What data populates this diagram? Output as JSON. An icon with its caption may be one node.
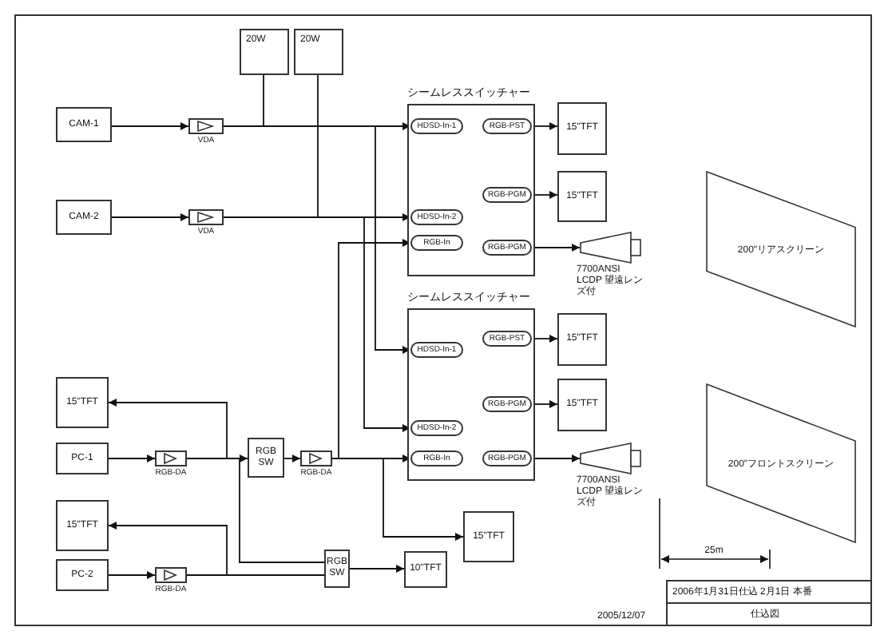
{
  "diagram": {
    "nodes": [
      {
        "text": [
          "CAM-1"
        ]
      },
      {
        "text": [
          "CAM-2"
        ]
      },
      {
        "text": [],
        "shape": "triangle",
        "beside": [
          "VDA"
        ]
      },
      {
        "text": [],
        "shape": "triangle",
        "beside": [
          "VDA"
        ]
      },
      {
        "text": [
          "20W"
        ]
      },
      {
        "text": [
          "20W"
        ]
      },
      {
        "text": [
          "シームレススイッチャー"
        ]
      },
      {
        "text": [
          "HDSD-In-1"
        ],
        "in": 6
      },
      {
        "text": [
          "HDSD-In-2"
        ],
        "in": 6
      },
      {
        "text": [
          "RGB-In"
        ],
        "in": 6
      },
      {
        "text": [
          "RGB-PST"
        ],
        "in": 6
      },
      {
        "text": [
          "RGB-PGM"
        ],
        "in": 6
      },
      {
        "text": [
          "RGB-PGM"
        ],
        "in": 6
      },
      {
        "text": [
          "15\"TFT"
        ]
      },
      {
        "text": [
          "15\"TFT"
        ]
      },
      {
        "text": [],
        "shape": "projector",
        "beside": [
          "7700ANSI LCDP 望遠レンズ付"
        ]
      },
      {
        "text": [
          "200\"リアスクリーン"
        ]
      },
      {
        "text": [
          "シームレススイッチャー"
        ]
      },
      {
        "text": [
          "HDSD-In-1"
        ],
        "in": 17
      },
      {
        "text": [
          "HDSD-In-2"
        ],
        "in": 17
      },
      {
        "text": [
          "RGB-In"
        ],
        "in": 17
      },
      {
        "text": [
          "RGB-PST"
        ],
        "in": 17
      },
      {
        "text": [
          "RGB-PGM"
        ],
        "in": 17
      },
      {
        "text": [
          "RGB-PGM"
        ],
        "in": 17
      },
      {
        "text": [
          "15\"TFT"
        ]
      },
      {
        "text": [
          "15\"TFT"
        ]
      },
      {
        "text": [],
        "shape": "projector",
        "beside": [
          "7700ANSI LCDP 望遠レンズ付"
        ]
      },
      {
        "text": [
          "200\"フロントスクリーン"
        ]
      },
      {
        "text": [
          "15\"TFT"
        ]
      },
      {
        "text": [
          "PC-1"
        ]
      },
      {
        "text": [],
        "shape": "triangle",
        "beside": [
          "RGB-DA"
        ]
      },
      {
        "text": [
          "15\"TFT"
        ]
      },
      {
        "text": [
          "PC-2"
        ]
      },
      {
        "text": [],
        "shape": "triangle",
        "beside": [
          "RGB-DA"
        ]
      },
      {
        "text": [
          "RGB SW"
        ]
      },
      {
        "text": [],
        "shape": "triangle",
        "beside": [
          "RGB-DA"
        ]
      },
      {
        "text": [
          "RGB SW"
        ]
      },
      {
        "text": [
          "10\"TFT"
        ]
      },
      {
        "text": [
          "15\"TFT"
        ]
      }
    ],
    "edges": [
      {
        "from": 0,
        "to": 2,
        "arrow": "to"
      },
      {
        "from": 2,
        "to": 7,
        "arrow": "to"
      },
      {
        "from": 2,
        "to": 4,
        "arrow": "none"
      },
      {
        "from": 2,
        "to": 18,
        "arrow": "to"
      },
      {
        "from": 1,
        "to": 3,
        "arrow": "to"
      },
      {
        "from": 3,
        "to": 8,
        "arrow": "to"
      },
      {
        "from": 3,
        "to": 5,
        "arrow": "none"
      },
      {
        "from": 3,
        "to": 19,
        "arrow": "to"
      },
      {
        "from": 29,
        "to": 30,
        "arrow": "to"
      },
      {
        "from": 30,
        "to": 28,
        "arrow": "to"
      },
      {
        "from": 30,
        "to": 34,
        "arrow": "to"
      },
      {
        "from": 30,
        "to": 36,
        "arrow": "none"
      },
      {
        "from": 32,
        "to": 33,
        "arrow": "to"
      },
      {
        "from": 33,
        "to": 31,
        "arrow": "to"
      },
      {
        "from": 33,
        "to": 36,
        "arrow": "none"
      },
      {
        "from": 34,
        "to": 35,
        "arrow": "to"
      },
      {
        "from": 35,
        "to": 9,
        "arrow": "to"
      },
      {
        "from": 35,
        "to": 20,
        "arrow": "to"
      },
      {
        "from": 35,
        "to": 38,
        "arrow": "to"
      },
      {
        "from": 36,
        "to": 37,
        "arrow": "to"
      },
      {
        "from": 10,
        "to": 13,
        "arrow": "to"
      },
      {
        "from": 11,
        "to": 14,
        "arrow": "to"
      },
      {
        "from": 12,
        "to": 15,
        "arrow": "to"
      },
      {
        "from": 21,
        "to": 24,
        "arrow": "to"
      },
      {
        "from": 22,
        "to": 25,
        "arrow": "to"
      },
      {
        "from": 23,
        "to": 26,
        "arrow": "to"
      }
    ],
    "labels": [
      "25m",
      "2006年1月31日仕込 2月1日 本番",
      "2005/12/07",
      "仕込図"
    ]
  }
}
